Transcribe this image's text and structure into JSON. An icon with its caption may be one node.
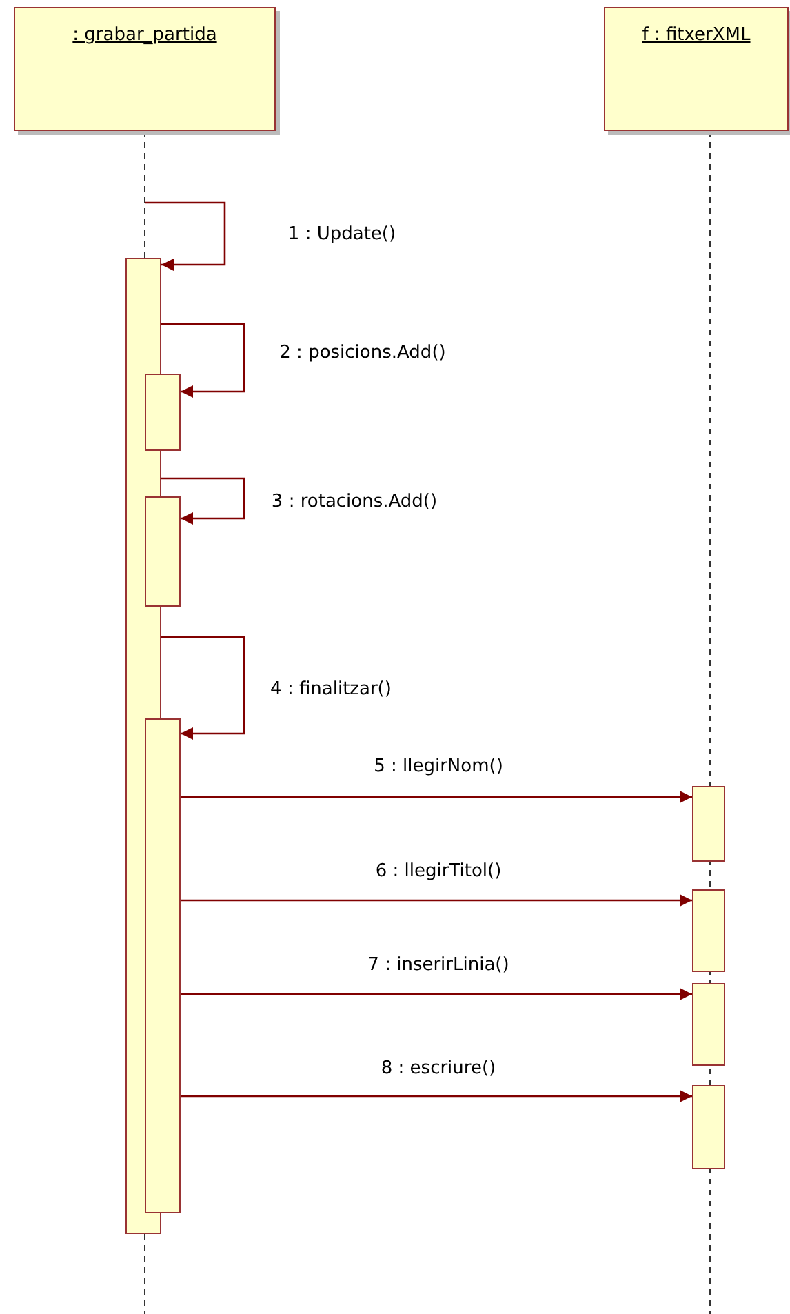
{
  "diagram": {
    "nodes": [
      {
        "text": [
          ": grabar_partida"
        ]
      },
      {
        "text": [
          "f : fitxerXML"
        ]
      },
      {
        "text": [],
        "shape": "bar"
      },
      {
        "text": [],
        "shape": "bar"
      },
      {
        "text": [],
        "shape": "bar"
      },
      {
        "text": [],
        "shape": "bar"
      },
      {
        "text": [],
        "shape": "bar"
      },
      {
        "text": [],
        "shape": "bar"
      },
      {
        "text": [],
        "shape": "bar"
      },
      {
        "text": [],
        "shape": "bar"
      }
    ],
    "edges": [
      {
        "from": null,
        "to": 2,
        "arrow": "to",
        "label": "1 : Update()"
      },
      {
        "from": 2,
        "to": 3,
        "arrow": "to",
        "label": "2 : posicions.Add()"
      },
      {
        "from": 2,
        "to": 4,
        "arrow": "to",
        "label": "3 : rotacions.Add()"
      },
      {
        "from": 2,
        "to": 5,
        "arrow": "to",
        "label": "4 : finalitzar()"
      },
      {
        "from": 5,
        "to": 6,
        "arrow": "to",
        "label": "5 : llegirNom()"
      },
      {
        "from": 5,
        "to": 7,
        "arrow": "to",
        "label": "6 : llegirTitol()"
      },
      {
        "from": 5,
        "to": 8,
        "arrow": "to",
        "label": "7 : inserirLinia()"
      },
      {
        "from": 5,
        "to": 9,
        "arrow": "to",
        "label": "8 : escriure()"
      }
    ]
  }
}
